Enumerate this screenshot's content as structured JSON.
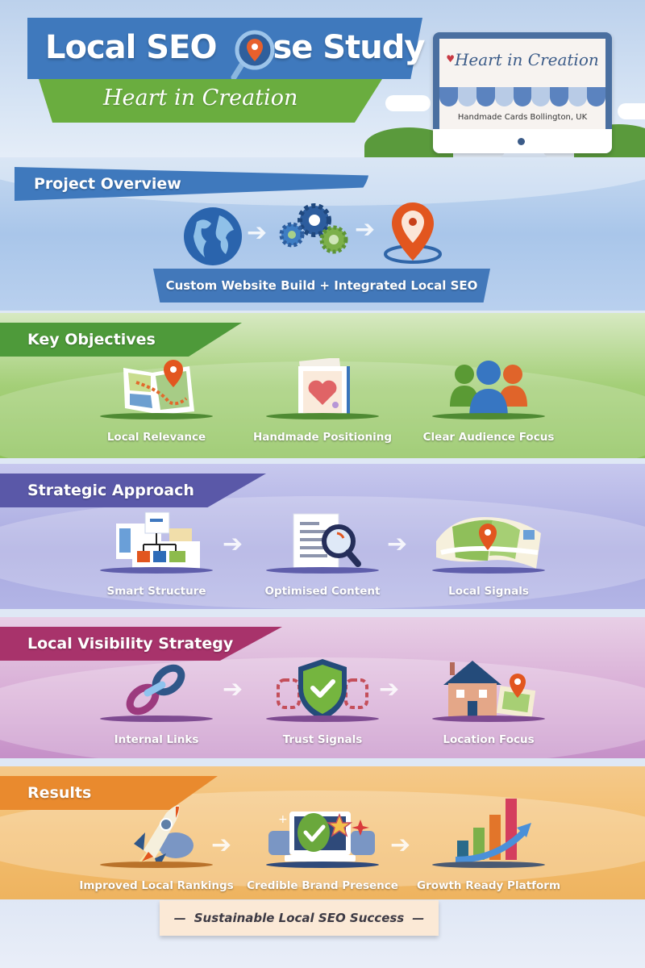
{
  "header": {
    "title_part1": "Local SEO",
    "title_part2": "ase Study",
    "title_full": "Local SEO Case Study",
    "subtitle": "Heart in Creation",
    "monitor": {
      "brand": "Heart in Creation",
      "tagline": "Handmade Cards Bollington, UK"
    }
  },
  "sections": {
    "overview": {
      "title": "Project Overview",
      "icons": [
        "globe-icon",
        "gears-icon",
        "location-pin-icon"
      ],
      "banner": "Custom Website Build + Integrated Local SEO",
      "color": "#3f79bd"
    },
    "objectives": {
      "title": "Key Objectives",
      "color": "#4e9a3a",
      "items": [
        {
          "label": "Local Relevance",
          "icon": "map-pin-icon"
        },
        {
          "label": "Handmade Positioning",
          "icon": "handmade-card-heart-icon"
        },
        {
          "label": "Clear Audience Focus",
          "icon": "audience-people-icon"
        }
      ]
    },
    "approach": {
      "title": "Strategic Approach",
      "color": "#5a58a8",
      "items": [
        {
          "label": "Smart Structure",
          "icon": "sitemap-structure-icon"
        },
        {
          "label": "Optimised Content",
          "icon": "document-magnifier-icon"
        },
        {
          "label": "Local Signals",
          "icon": "local-map-pin-icon"
        }
      ]
    },
    "visibility": {
      "title": "Local Visibility Strategy",
      "color": "#a8336b",
      "items": [
        {
          "label": "Internal Links",
          "icon": "chain-link-icon"
        },
        {
          "label": "Trust Signals",
          "icon": "shield-check-icon"
        },
        {
          "label": "Location Focus",
          "icon": "house-location-icon"
        }
      ]
    },
    "results": {
      "title": "Results",
      "color": "#e98a2e",
      "items": [
        {
          "label": "Improved Local Rankings",
          "icon": "rocket-icon"
        },
        {
          "label": "Credible Brand Presence",
          "icon": "laptop-check-icon"
        },
        {
          "label": "Growth Ready Platform",
          "icon": "growth-bar-chart-icon"
        }
      ]
    }
  },
  "footer": {
    "dash_left": "—",
    "tagline": "Sustainable Local SEO Success",
    "dash_right": "—"
  }
}
